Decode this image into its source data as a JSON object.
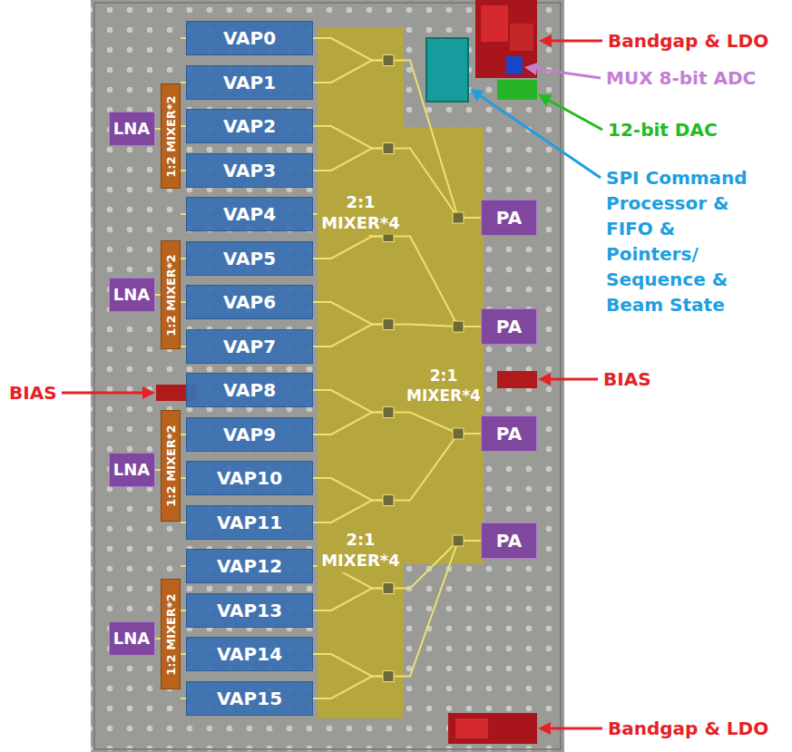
{
  "diagram": {
    "nodes": [
      {
        "text": [
          "2:1 MIXER*4",
          "2:1 MIXER*4"
        ]
      },
      {
        "text": [
          "2:1 MIXER*4"
        ]
      },
      {
        "text": [
          "LNA"
        ]
      },
      {
        "text": [
          "LNA"
        ]
      },
      {
        "text": [
          "LNA"
        ]
      },
      {
        "text": [
          "LNA"
        ]
      },
      {
        "text": [
          "1:2 MIXER*2"
        ]
      },
      {
        "text": [
          "1:2 MIXER*2"
        ]
      },
      {
        "text": [
          "1:2 MIXER*2"
        ]
      },
      {
        "text": [
          "1:2 MIXER*2"
        ]
      },
      {
        "text": [
          "VAP0"
        ]
      },
      {
        "text": [
          "VAP1"
        ]
      },
      {
        "text": [
          "VAP2"
        ]
      },
      {
        "text": [
          "VAP3"
        ]
      },
      {
        "text": [
          "VAP4"
        ]
      },
      {
        "text": [
          "VAP5"
        ]
      },
      {
        "text": [
          "VAP6"
        ]
      },
      {
        "text": [
          "VAP7"
        ]
      },
      {
        "text": [
          "VAP8"
        ]
      },
      {
        "text": [
          "VAP9"
        ]
      },
      {
        "text": [
          "VAP10"
        ]
      },
      {
        "text": [
          "VAP11"
        ]
      },
      {
        "text": [
          "VAP12"
        ]
      },
      {
        "text": [
          "VAP13"
        ]
      },
      {
        "text": [
          "VAP14"
        ]
      },
      {
        "text": [
          "VAP15"
        ]
      },
      {
        "text": [
          "PA"
        ]
      },
      {
        "text": [
          "PA"
        ]
      },
      {
        "text": [
          "PA"
        ]
      },
      {
        "text": [
          "PA"
        ]
      }
    ],
    "labels": [
      "Bandgap & LDO",
      "MUX 8-bit ADC",
      "12-bit DAC",
      "SPI Command Processor & FIFO & Pointers/ Sequence & Beam State",
      "BIAS",
      "BIAS",
      "Bandgap & LDO"
    ]
  }
}
